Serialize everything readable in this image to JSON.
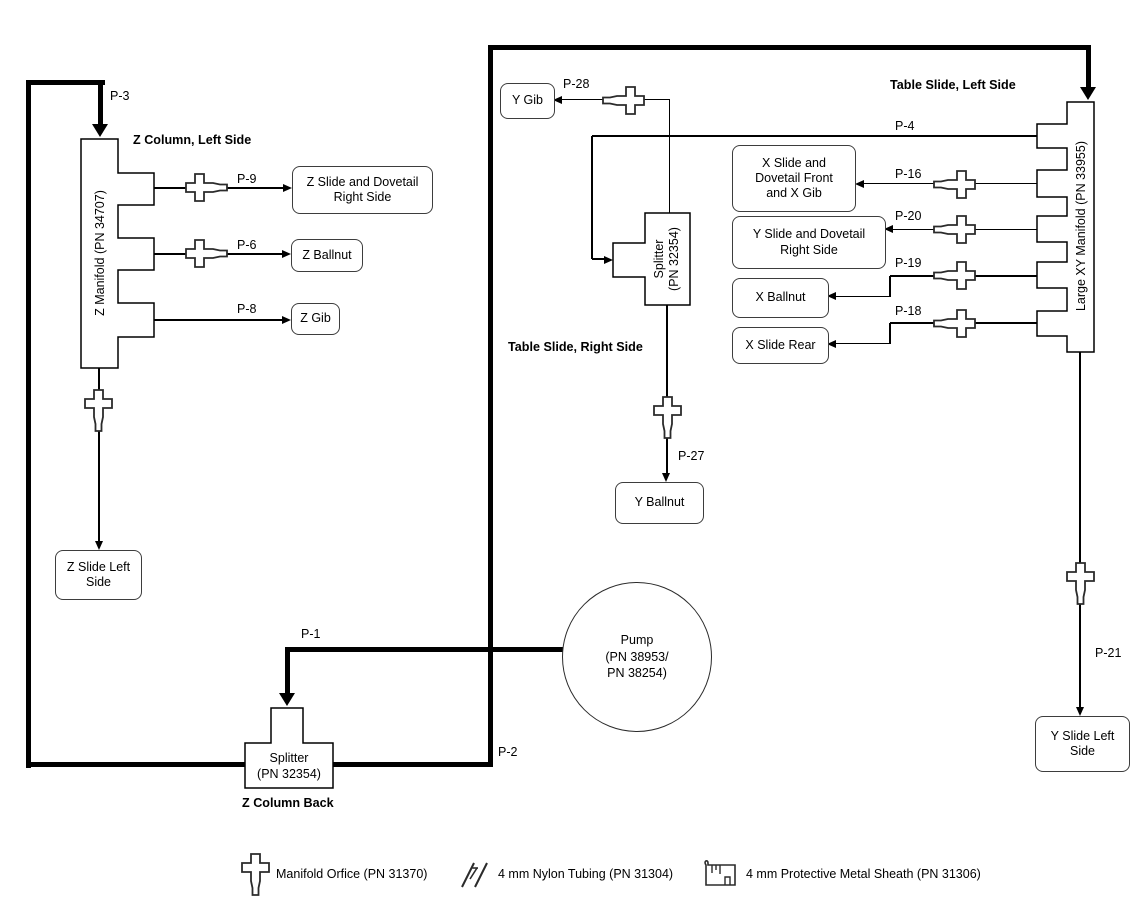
{
  "colors": {
    "line": "#000000",
    "box_border": "#3d3d3d",
    "background": "#ffffff",
    "text": "#000000"
  },
  "sections": {
    "z_column_left": "Z Column, Left Side",
    "table_slide_left": "Table Slide, Left Side",
    "table_slide_right": "Table Slide, Right Side",
    "z_column_back": "Z Column Back"
  },
  "components": {
    "pump": {
      "lines": [
        "Pump",
        "(PN 38953/",
        "PN 38254)"
      ]
    },
    "z_manifold": {
      "label": "Z Manifold (PN 34707)"
    },
    "xy_manifold": {
      "label": "Large XY Manifold (PN 33955)"
    },
    "splitter_z_back": {
      "lines": [
        "Splitter",
        "(PN 32354)"
      ]
    },
    "splitter_table": {
      "lines": [
        "Splitter",
        "(PN 32354)"
      ]
    }
  },
  "endpoints": {
    "z_slide_dovetail_right": {
      "lines": [
        "Z Slide and Dovetail",
        "Right Side"
      ]
    },
    "z_ballnut": {
      "lines": [
        "Z Ballnut"
      ]
    },
    "z_gib": {
      "lines": [
        "Z Gib"
      ]
    },
    "z_slide_left": {
      "lines": [
        "Z Slide Left",
        "Side"
      ]
    },
    "y_gib": {
      "lines": [
        "Y Gib"
      ]
    },
    "x_slide_front": {
      "lines": [
        "X Slide and",
        "Dovetail Front",
        "and X Gib"
      ]
    },
    "y_slide_right": {
      "lines": [
        "Y Slide and Dovetail",
        "Right Side"
      ]
    },
    "x_ballnut": {
      "lines": [
        "X Ballnut"
      ]
    },
    "x_slide_rear": {
      "lines": [
        "X Slide Rear"
      ]
    },
    "y_ballnut": {
      "lines": [
        "Y Ballnut"
      ]
    },
    "y_slide_left": {
      "lines": [
        "Y Slide Left",
        "Side"
      ]
    }
  },
  "pipes": {
    "p1": "P-1",
    "p2": "P-2",
    "p3": "P-3",
    "p4": "P-4",
    "p6": "P-6",
    "p8": "P-8",
    "p9": "P-9",
    "p16": "P-16",
    "p18": "P-18",
    "p19": "P-19",
    "p20": "P-20",
    "p21": "P-21",
    "p27": "P-27",
    "p28": "P-28"
  },
  "legend": {
    "items": [
      {
        "icon": "manifold-orifice-icon",
        "label": "Manifold Orfice (PN 31370)"
      },
      {
        "icon": "nylon-tubing-icon",
        "label": "4 mm Nylon Tubing (PN 31304)"
      },
      {
        "icon": "metal-sheath-icon",
        "label": "4 mm Protective Metal Sheath (PN 31306)"
      }
    ]
  }
}
